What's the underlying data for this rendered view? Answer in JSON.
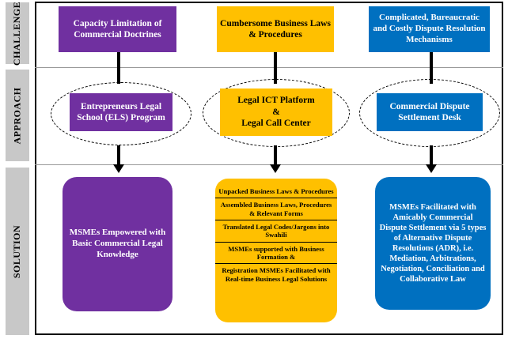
{
  "rows": {
    "challenge": "CHALLENGE",
    "approach": "APPROACH",
    "solution": "SOLUTION"
  },
  "challenges": [
    "Capacity Limitation of Commercial Doctrines",
    "Cumbersome Business Laws & Procedures",
    "Complicated, Bureaucratic and Costly Dispute Resolution Mechanisms"
  ],
  "approaches": [
    "Entrepreneurs Legal School (ELS) Program",
    "Legal ICT Platform\n&\nLegal Call Center",
    "Commercial Dispute Settlement Desk"
  ],
  "solutions": {
    "left": "MSMEs Empowered with Basic Commercial Legal Knowledge",
    "middle_items": [
      "Unpacked Business Laws & Procedures",
      "Assembled Business Laws, Procedures & Relevant Forms",
      "Translated Legal Codes/Jargons into Swahili",
      "MSMEs supported with Business Formation &",
      "Registration MSMEs Facilitated with Real-time Business Legal Solutions"
    ],
    "right": "MSMEs Facilitated with Amicably Commercial Dispute Settlement via 5 types of Alternative Dispute Resolutions (ADR), i.e. Mediation, Arbitrations, Negotiation, Conciliation and Collaborative Law"
  },
  "colors": {
    "purple": "#7030a0",
    "orange": "#ffc000",
    "blue": "#0070c0",
    "label_gray": "#c8c8c8"
  }
}
